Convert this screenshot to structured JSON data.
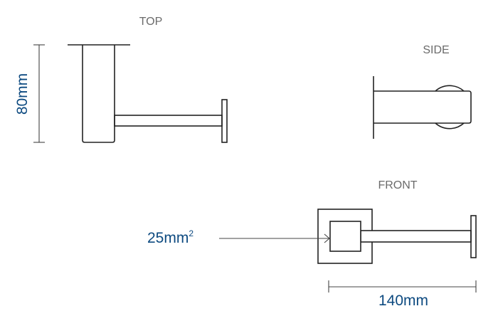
{
  "views": {
    "top": "TOP",
    "side": "SIDE",
    "front": "FRONT"
  },
  "dimensions": {
    "height": "80mm",
    "square": "25mm",
    "square_sup": "2",
    "length": "140mm"
  },
  "colors": {
    "dimension_text": "#0d4a80",
    "view_label": "#6b6b6b",
    "line": "#222222"
  }
}
